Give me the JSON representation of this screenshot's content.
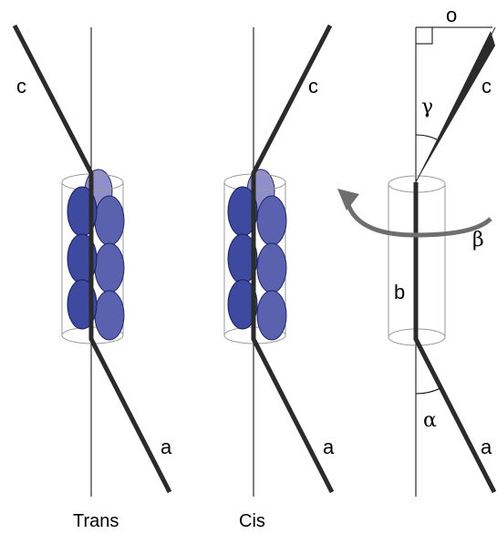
{
  "panels": {
    "trans": {
      "caption": "Trans",
      "label_top": "c",
      "label_bottom": "a"
    },
    "cis": {
      "caption": "Cis",
      "label_top": "c",
      "label_bottom": "a"
    },
    "geometry": {
      "label_top": "c",
      "label_bottom": "a",
      "label_axis": "b",
      "label_offset": "o",
      "angle_gamma": "γ",
      "angle_beta": "β",
      "angle_alpha": "α"
    }
  },
  "colors": {
    "rod": "#2b2b2b",
    "axis": "#000000",
    "cylinder_outline": "#9a9a9a",
    "subunit_dark": "#3d4aa0",
    "subunit_mid": "#5a62b0",
    "subunit_light": "#8f8fcc",
    "rotation_arrow": "#6e6e6e"
  }
}
